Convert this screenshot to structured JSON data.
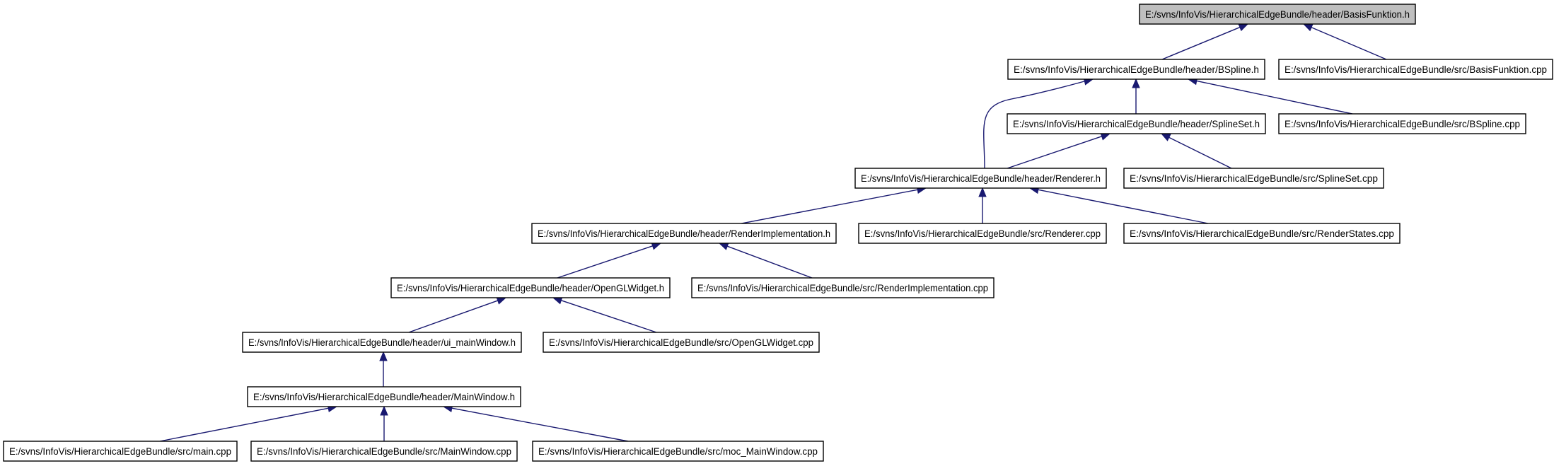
{
  "graph": {
    "title": "Include dependency graph (included by) for BasisFunktion.h",
    "colors": {
      "edge": "#191970",
      "root_fill": "#bfbfbf",
      "node_fill": "#ffffff",
      "node_border": "#000000"
    },
    "nodes": [
      {
        "id": "basisfunktion_h",
        "label": "E:/svns/InfoVis/HierarchicalEdgeBundle/header/BasisFunktion.h",
        "root": true
      },
      {
        "id": "bspline_h",
        "label": "E:/svns/InfoVis/HierarchicalEdgeBundle/header/BSpline.h"
      },
      {
        "id": "basisfunktion_cpp",
        "label": "E:/svns/InfoVis/HierarchicalEdgeBundle/src/BasisFunktion.cpp"
      },
      {
        "id": "splineset_h",
        "label": "E:/svns/InfoVis/HierarchicalEdgeBundle/header/SplineSet.h"
      },
      {
        "id": "bspline_cpp",
        "label": "E:/svns/InfoVis/HierarchicalEdgeBundle/src/BSpline.cpp"
      },
      {
        "id": "renderer_h",
        "label": "E:/svns/InfoVis/HierarchicalEdgeBundle/header/Renderer.h"
      },
      {
        "id": "splineset_cpp",
        "label": "E:/svns/InfoVis/HierarchicalEdgeBundle/src/SplineSet.cpp"
      },
      {
        "id": "renderimpl_h",
        "label": "E:/svns/InfoVis/HierarchicalEdgeBundle/header/RenderImplementation.h"
      },
      {
        "id": "renderer_cpp",
        "label": "E:/svns/InfoVis/HierarchicalEdgeBundle/src/Renderer.cpp"
      },
      {
        "id": "renderstates_cpp",
        "label": "E:/svns/InfoVis/HierarchicalEdgeBundle/src/RenderStates.cpp"
      },
      {
        "id": "openglwidget_h",
        "label": "E:/svns/InfoVis/HierarchicalEdgeBundle/header/OpenGLWidget.h"
      },
      {
        "id": "renderimpl_cpp",
        "label": "E:/svns/InfoVis/HierarchicalEdgeBundle/src/RenderImplementation.cpp"
      },
      {
        "id": "ui_mainwindow_h",
        "label": "E:/svns/InfoVis/HierarchicalEdgeBundle/header/ui_mainWindow.h"
      },
      {
        "id": "openglwidget_cpp",
        "label": "E:/svns/InfoVis/HierarchicalEdgeBundle/src/OpenGLWidget.cpp"
      },
      {
        "id": "mainwindow_h",
        "label": "E:/svns/InfoVis/HierarchicalEdgeBundle/header/MainWindow.h"
      },
      {
        "id": "main_cpp",
        "label": "E:/svns/InfoVis/HierarchicalEdgeBundle/src/main.cpp"
      },
      {
        "id": "mainwindow_cpp",
        "label": "E:/svns/InfoVis/HierarchicalEdgeBundle/src/MainWindow.cpp"
      },
      {
        "id": "moc_mainwindow_cpp",
        "label": "E:/svns/InfoVis/HierarchicalEdgeBundle/src/moc_MainWindow.cpp"
      }
    ],
    "edges": [
      {
        "from": "bspline_h",
        "to": "basisfunktion_h"
      },
      {
        "from": "basisfunktion_cpp",
        "to": "basisfunktion_h"
      },
      {
        "from": "splineset_h",
        "to": "bspline_h"
      },
      {
        "from": "bspline_cpp",
        "to": "bspline_h"
      },
      {
        "from": "renderer_h",
        "to": "bspline_h"
      },
      {
        "from": "renderer_h",
        "to": "splineset_h"
      },
      {
        "from": "splineset_cpp",
        "to": "splineset_h"
      },
      {
        "from": "renderimpl_h",
        "to": "renderer_h"
      },
      {
        "from": "renderer_cpp",
        "to": "renderer_h"
      },
      {
        "from": "renderstates_cpp",
        "to": "renderer_h"
      },
      {
        "from": "openglwidget_h",
        "to": "renderimpl_h"
      },
      {
        "from": "renderimpl_cpp",
        "to": "renderimpl_h"
      },
      {
        "from": "ui_mainwindow_h",
        "to": "openglwidget_h"
      },
      {
        "from": "openglwidget_cpp",
        "to": "openglwidget_h"
      },
      {
        "from": "mainwindow_h",
        "to": "ui_mainwindow_h"
      },
      {
        "from": "main_cpp",
        "to": "mainwindow_h"
      },
      {
        "from": "mainwindow_cpp",
        "to": "mainwindow_h"
      },
      {
        "from": "moc_mainwindow_cpp",
        "to": "mainwindow_h"
      }
    ]
  }
}
